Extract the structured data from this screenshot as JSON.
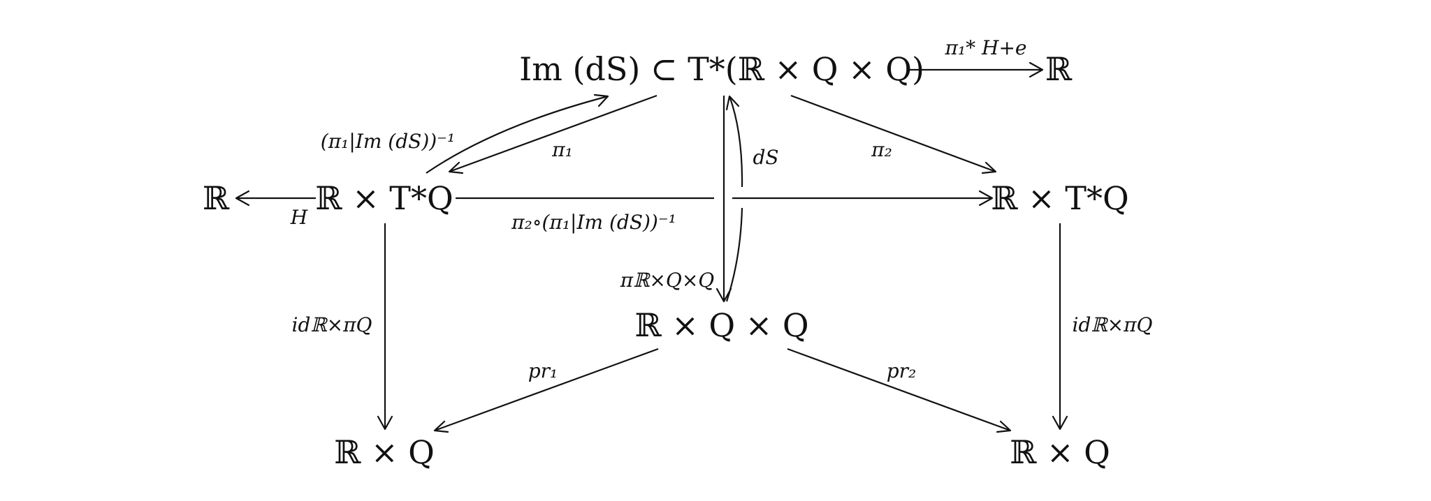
{
  "diagram": {
    "nodes": {
      "im_ds": "Im (dS) ⊂ T*(ℝ × Q × Q)",
      "r_top": "ℝ",
      "r_left": "ℝ",
      "rtq_left": "ℝ × T*Q",
      "rtq_right": "ℝ × T*Q",
      "rqq": "ℝ × Q × Q",
      "rq_left": "ℝ × Q",
      "rq_right": "ℝ × Q"
    },
    "edge_labels": {
      "pi1_star_h_e": "π₁* H+e",
      "pi1_inverse": "(π₁|Im (dS))⁻¹",
      "pi1": "π₁",
      "ds": "dS",
      "pi2": "π₂",
      "h": "H",
      "pi2_comp": "π₂∘(π₁|Im (dS))⁻¹",
      "pi_rqq": "πℝ×Q×Q",
      "id_pi_left": "idℝ×πQ",
      "id_pi_right": "idℝ×πQ",
      "pr1": "pr₁",
      "pr2": "pr₂"
    }
  }
}
